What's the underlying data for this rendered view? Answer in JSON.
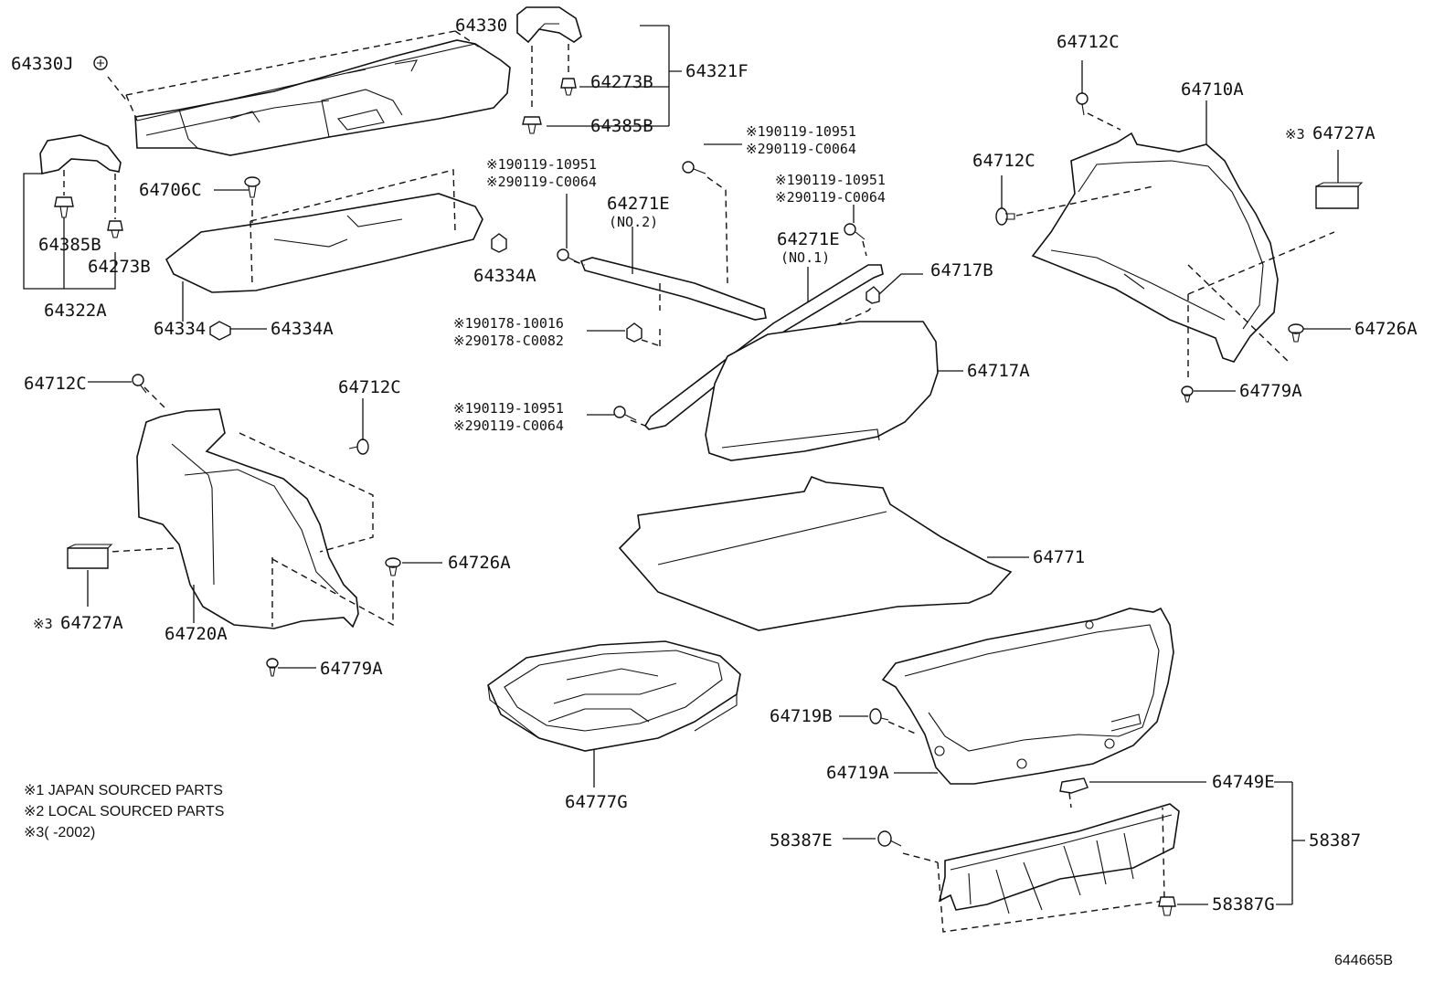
{
  "labels": {
    "p64330J": "64330J",
    "p64330": "64330",
    "p64321F": "64321F",
    "p64273B_top": "64273B",
    "p64385B_top": "64385B",
    "p64706C": "64706C",
    "p64385B_left": "64385B",
    "p64273B_left": "64273B",
    "p64322A": "64322A",
    "p64334": "64334",
    "p64334A_a": "64334A",
    "p64334A_b": "64334A",
    "p64271E_no2": "64271E",
    "no2": "(NO.2)",
    "p64271E_no1": "64271E",
    "no1": "(NO.1)",
    "p64717B": "64717B",
    "p64717A": "64717A",
    "p64712C_tr1": "64712C",
    "p64712C_tr2": "64712C",
    "p64710A": "64710A",
    "p64727A_r": "64727A",
    "p64726A_r": "64726A",
    "p64779A_r": "64779A",
    "p64712C_l1": "64712C",
    "p64712C_l2": "64712C",
    "p64726A_l": "64726A",
    "p64727A_l": "64727A",
    "p64720A": "64720A",
    "p64779A_l": "64779A",
    "p64771": "64771",
    "p64777G": "64777G",
    "p64719B": "64719B",
    "p64719A": "64719A",
    "p64749E": "64749E",
    "p58387": "58387",
    "p58387E": "58387E",
    "p58387G": "58387G"
  },
  "notes": {
    "a1": "※190119-10951",
    "a2": "※290119-C0064",
    "b1": "※190119-10951",
    "b2": "※290119-C0064",
    "c1": "※190119-10951",
    "c2": "※290119-C0064",
    "d1": "※190178-10016",
    "d2": "※290178-C0082",
    "e1": "※190119-10951",
    "e2": "※290119-C0064",
    "mark3_r": "※3",
    "mark3_l": "※3"
  },
  "legend": {
    "line1": "※1 JAPAN SOURCED PARTS",
    "line2": "※2 LOCAL SOURCED PARTS",
    "line3": "※3(      -2002)"
  },
  "figure_id": "644665B"
}
